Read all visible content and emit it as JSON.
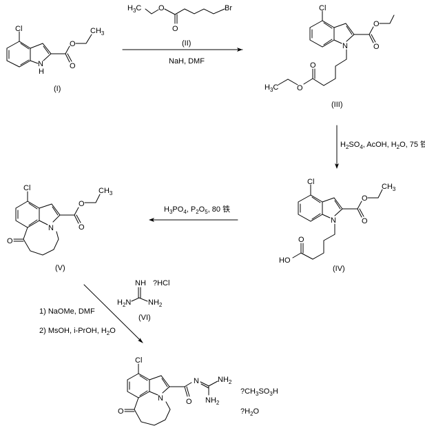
{
  "title": "Synthesis scheme",
  "compounds": {
    "I": {
      "label": "(I)",
      "atoms": {
        "cl": "Cl",
        "n": "N",
        "h": "H",
        "o1": "O",
        "o2": "O",
        "ch3": "CH",
        "ch3_sub": "3"
      }
    },
    "II": {
      "label": "(II)",
      "atoms": {
        "h3c": "H",
        "h3c_sub": "3",
        "c": "C",
        "o1": "O",
        "o2": "O",
        "br": "Br"
      }
    },
    "III": {
      "label": "(III)",
      "atoms": {
        "cl": "Cl",
        "n": "N",
        "o1": "O",
        "o2": "O",
        "o3": "O",
        "o4": "O",
        "h3c": "H",
        "h3c_sub": "3",
        "c": "C"
      }
    },
    "IV": {
      "label": "(IV)",
      "atoms": {
        "cl": "Cl",
        "n": "N",
        "o1": "O",
        "o2": "O",
        "o3": "O",
        "ho": "HO",
        "ch3": "CH",
        "ch3_sub": "3"
      }
    },
    "V": {
      "label": "(V)",
      "atoms": {
        "cl": "Cl",
        "n": "N",
        "o1": "O",
        "o2": "O",
        "o_keto": "O",
        "ch3": "CH",
        "ch3_sub": "3"
      }
    },
    "VI": {
      "label": "(VI)",
      "atoms": {
        "nh": "NH",
        "h2n": "H",
        "h2n_sub": "2",
        "h2n_n": "N",
        "nh2": "NH",
        "nh2_sub": "2"
      },
      "salt": "?HCl"
    },
    "product": {
      "atoms": {
        "cl": "Cl",
        "n": "N",
        "o_amide": "O",
        "o_keto": "O",
        "n_imine": "N",
        "nh2a": "NH",
        "nh2a_sub": "2",
        "nh2b": "NH",
        "nh2b_sub": "2"
      },
      "salt1": {
        "pre": "?CH",
        "sub1": "3",
        "mid": "SO",
        "sub2": "3",
        "post": "H"
      },
      "salt2": {
        "pre": "?H",
        "sub": "2",
        "post": "O"
      }
    }
  },
  "steps": {
    "step1": {
      "reagents": "NaH, DMF"
    },
    "step2": {
      "pre": "H",
      "s1": "2",
      "mid": "SO",
      "s2": "4",
      "post": ", AcOH, H",
      "s3": "2",
      "post2": "O, 75 铁"
    },
    "step3": {
      "pre": "H",
      "s1": "3",
      "mid": "PO",
      "s2": "4",
      "mid2": ", P",
      "s3": "2",
      "mid3": "O",
      "s4": "5",
      "post": ", 80 铁"
    },
    "step4": {
      "line1": "1) NaOMe, DMF",
      "line2_pre": "2) MsOH, i-PrOH, H",
      "line2_sub": "2",
      "line2_post": "O"
    }
  }
}
